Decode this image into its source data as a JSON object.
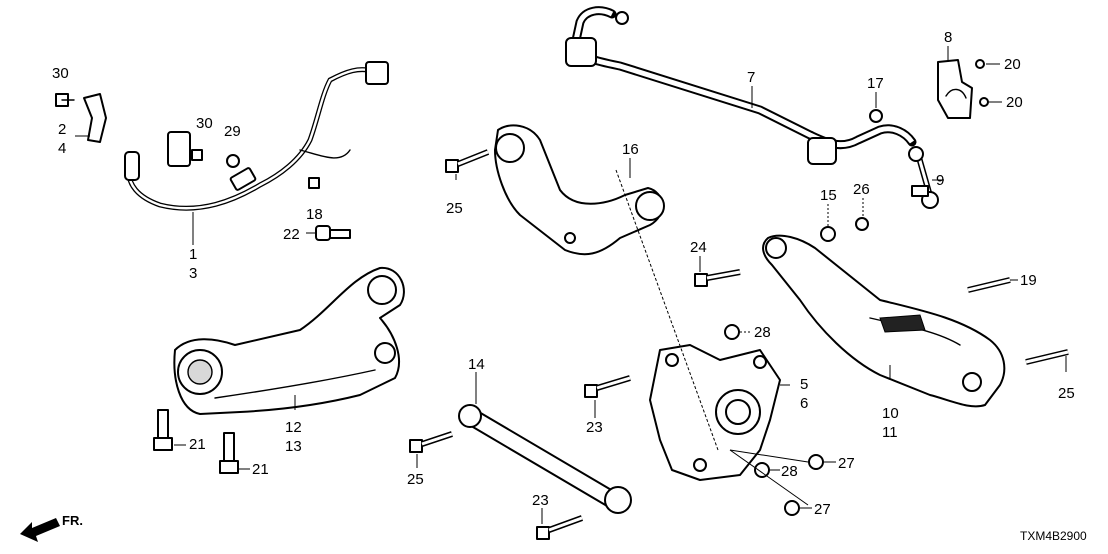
{
  "diagram": {
    "code": "TXM4B2900",
    "direction_label": "FR.",
    "callouts": [
      {
        "id": "c30a",
        "text": "30"
      },
      {
        "id": "c2",
        "text": "2"
      },
      {
        "id": "c4",
        "text": "4"
      },
      {
        "id": "c30b",
        "text": "30"
      },
      {
        "id": "c29",
        "text": "29"
      },
      {
        "id": "c18",
        "text": "18"
      },
      {
        "id": "c1",
        "text": "1"
      },
      {
        "id": "c3",
        "text": "3"
      },
      {
        "id": "c22",
        "text": "22"
      },
      {
        "id": "c12",
        "text": "12"
      },
      {
        "id": "c13",
        "text": "13"
      },
      {
        "id": "c21a",
        "text": "21"
      },
      {
        "id": "c21b",
        "text": "21"
      },
      {
        "id": "c25a",
        "text": "25"
      },
      {
        "id": "c16",
        "text": "16"
      },
      {
        "id": "c7",
        "text": "7"
      },
      {
        "id": "c8",
        "text": "8"
      },
      {
        "id": "c20a",
        "text": "20"
      },
      {
        "id": "c20b",
        "text": "20"
      },
      {
        "id": "c17",
        "text": "17"
      },
      {
        "id": "c9",
        "text": "9"
      },
      {
        "id": "c15",
        "text": "15"
      },
      {
        "id": "c26",
        "text": "26"
      },
      {
        "id": "c24",
        "text": "24"
      },
      {
        "id": "c19",
        "text": "19"
      },
      {
        "id": "c28a",
        "text": "28"
      },
      {
        "id": "c5",
        "text": "5"
      },
      {
        "id": "c6",
        "text": "6"
      },
      {
        "id": "c10",
        "text": "10"
      },
      {
        "id": "c11",
        "text": "11"
      },
      {
        "id": "c25b",
        "text": "25"
      },
      {
        "id": "c14",
        "text": "14"
      },
      {
        "id": "c23a",
        "text": "23"
      },
      {
        "id": "c25c",
        "text": "25"
      },
      {
        "id": "c27a",
        "text": "27"
      },
      {
        "id": "c28b",
        "text": "28"
      },
      {
        "id": "c27b",
        "text": "27"
      },
      {
        "id": "c23b",
        "text": "23"
      }
    ]
  }
}
